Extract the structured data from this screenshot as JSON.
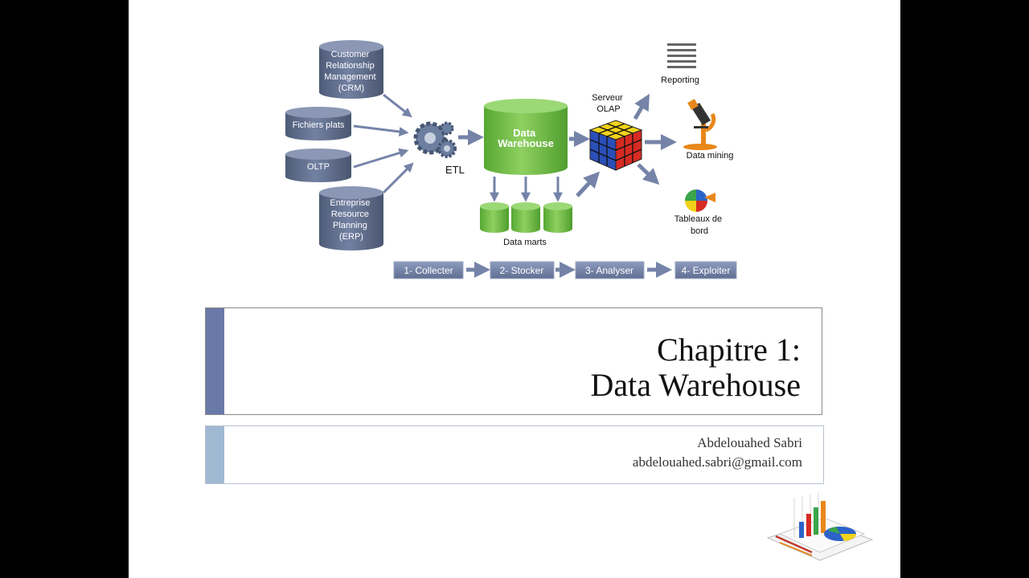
{
  "diagram": {
    "sources": [
      [
        "Customer",
        "Relationship",
        "Management",
        "(CRM)"
      ],
      [
        "Fichiers plats"
      ],
      [
        "OLTP"
      ],
      [
        "Entreprise",
        "Resource",
        "Planning",
        "(ERP)"
      ]
    ],
    "etl_label": "ETL",
    "warehouse_label": [
      "Data",
      "Warehouse"
    ],
    "datamarts_label": "Data marts",
    "olap_label": [
      "Serveur",
      "OLAP"
    ],
    "outputs": {
      "reporting": "Reporting",
      "data_mining": "Data mining",
      "tableaux": [
        "Tableaux de",
        "bord"
      ]
    },
    "steps": [
      "1- Collecter",
      "2- Stocker",
      "3- Analyser",
      "4- Exploiter"
    ]
  },
  "title": {
    "line1": "Chapitre 1:",
    "line2": "Data Warehouse"
  },
  "author": {
    "name": "Abdelouahed Sabri",
    "email": "abdelouahed.sabri@gmail.com"
  },
  "colors": {
    "title_bar": "#6a7aa8",
    "subtitle_bar": "#a0b8d2",
    "cylinder": "#5f6e8d",
    "warehouse": "#6fbe44",
    "arrow": "#7583a8"
  }
}
